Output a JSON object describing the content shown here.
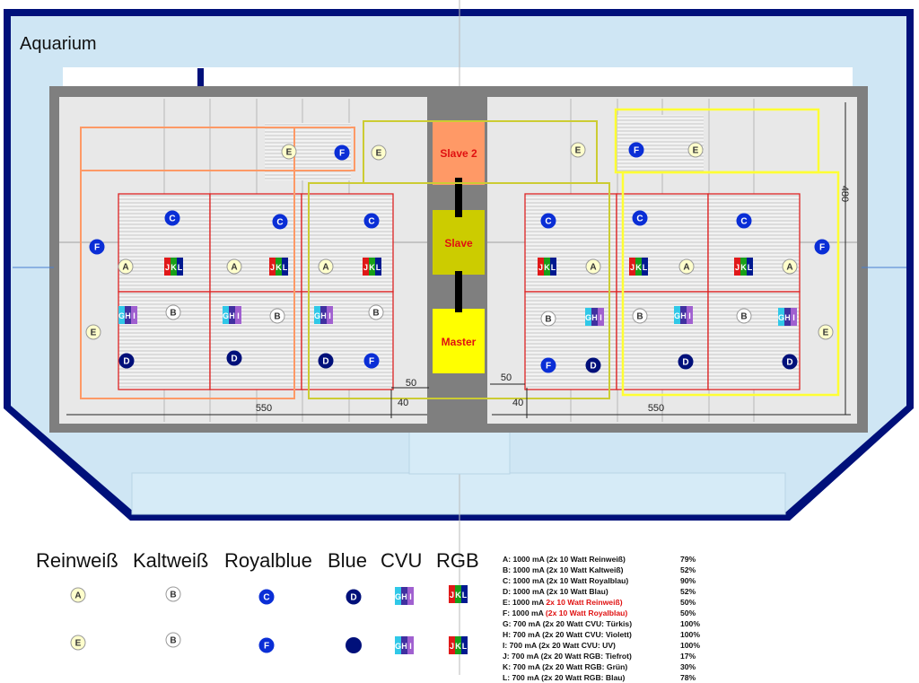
{
  "title": "Aquarium",
  "controllers": [
    "Slave 2",
    "Slave",
    "Master"
  ],
  "dimensions": {
    "left_width": "550",
    "right_width": "550",
    "height": "480",
    "gap_left_x": "50",
    "gap_left_y": "40",
    "gap_right_x": "50",
    "gap_right_y": "40"
  },
  "led_letters": {
    "A": "A",
    "B": "B",
    "C": "C",
    "D": "D",
    "E": "E",
    "F": "F",
    "cvu": [
      "G",
      "H",
      "I"
    ],
    "rgb": [
      "J",
      "K",
      "L"
    ]
  },
  "colors": {
    "reinweiss": "#ffffcc",
    "kaltweiss": "#ffffff",
    "royalblue": "#0a2ed6",
    "blue": "#00107a",
    "cvu": [
      "#30c8e8",
      "#4030a0",
      "#a060d0"
    ],
    "rgb": [
      "#e01818",
      "#18a018",
      "#001a90"
    ],
    "frame": "#00107a",
    "water": "#cfe6f4",
    "beam": "#7f7f7f",
    "slave2": "#ff9966",
    "slave": "#cccc00",
    "master": "#ffff00",
    "zone_orange": "#ff9966",
    "zone_olive": "#cccc33",
    "zone_yellow": "#ffff33",
    "module_red": "#dd2222"
  },
  "legend": {
    "headers": [
      "Reinweiß",
      "Kaltweiß",
      "Royalblue",
      "Blue",
      "CVU",
      "RGB"
    ]
  },
  "specs": [
    {
      "text": "A: 1000 mA (2x 10 Watt Reinweiß)",
      "highlight": "",
      "percent": "79%"
    },
    {
      "text": "B: 1000 mA (2x 10 Watt Kaltweiß)",
      "highlight": "",
      "percent": "52%"
    },
    {
      "text": "C: 1000 mA (2x 10 Watt Royalblau)",
      "highlight": "",
      "percent": "90%"
    },
    {
      "text": "D: 1000 mA (2x 10 Watt Blau)",
      "highlight": "",
      "percent": "52%"
    },
    {
      "text": "E: 1000 mA ",
      "highlight": "2x 10 Watt Reinweiß)",
      "percent": "50%"
    },
    {
      "text": "F: 1000 mA  ",
      "highlight": "(2x 10 Watt Royalblau)",
      "percent": "50%"
    },
    {
      "text": "G: 700 mA (2x 20 Watt CVU: Türkis)",
      "highlight": "",
      "percent": "100%"
    },
    {
      "text": "H: 700 mA (2x 20 Watt CVU: Violett)",
      "highlight": "",
      "percent": "100%"
    },
    {
      "text": "I:  700 mA (2x 20 Watt CVU: UV)",
      "highlight": "",
      "percent": "100%"
    },
    {
      "text": "J:  700 mA (2x 20 Watt RGB: Tiefrot)",
      "highlight": "",
      "percent": "17%"
    },
    {
      "text": "K: 700 mA (2x 20 Watt RGB: Grün)",
      "highlight": "",
      "percent": "30%"
    },
    {
      "text": "L: 700 mA (2x 20 Watt RGB: Blau)",
      "highlight": "",
      "percent": "78%"
    }
  ]
}
